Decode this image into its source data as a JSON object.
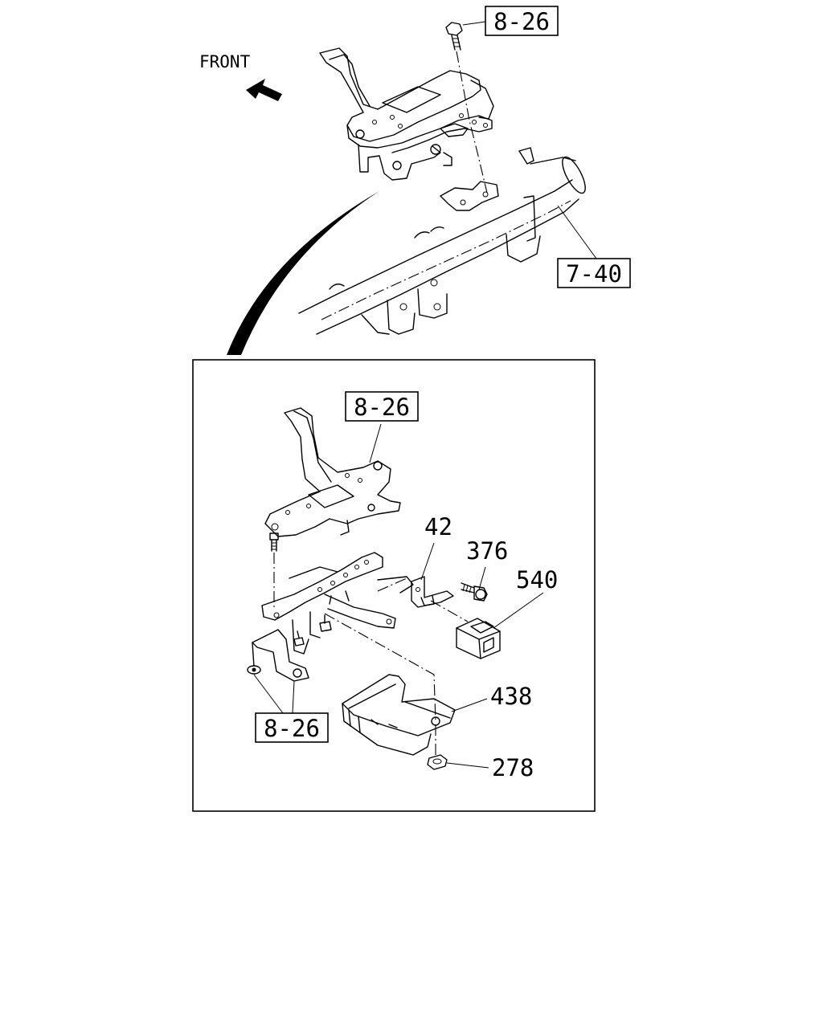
{
  "orientation_label": "FRONT",
  "top_view": {
    "bolt_ref": "8-26",
    "frame_ref": "7-40"
  },
  "detail_view": {
    "bracket_ref": "8-26",
    "lower_ref": "8-26",
    "parts": {
      "p42": "42",
      "p376": "376",
      "p540": "540",
      "p438": "438",
      "p278": "278"
    }
  }
}
